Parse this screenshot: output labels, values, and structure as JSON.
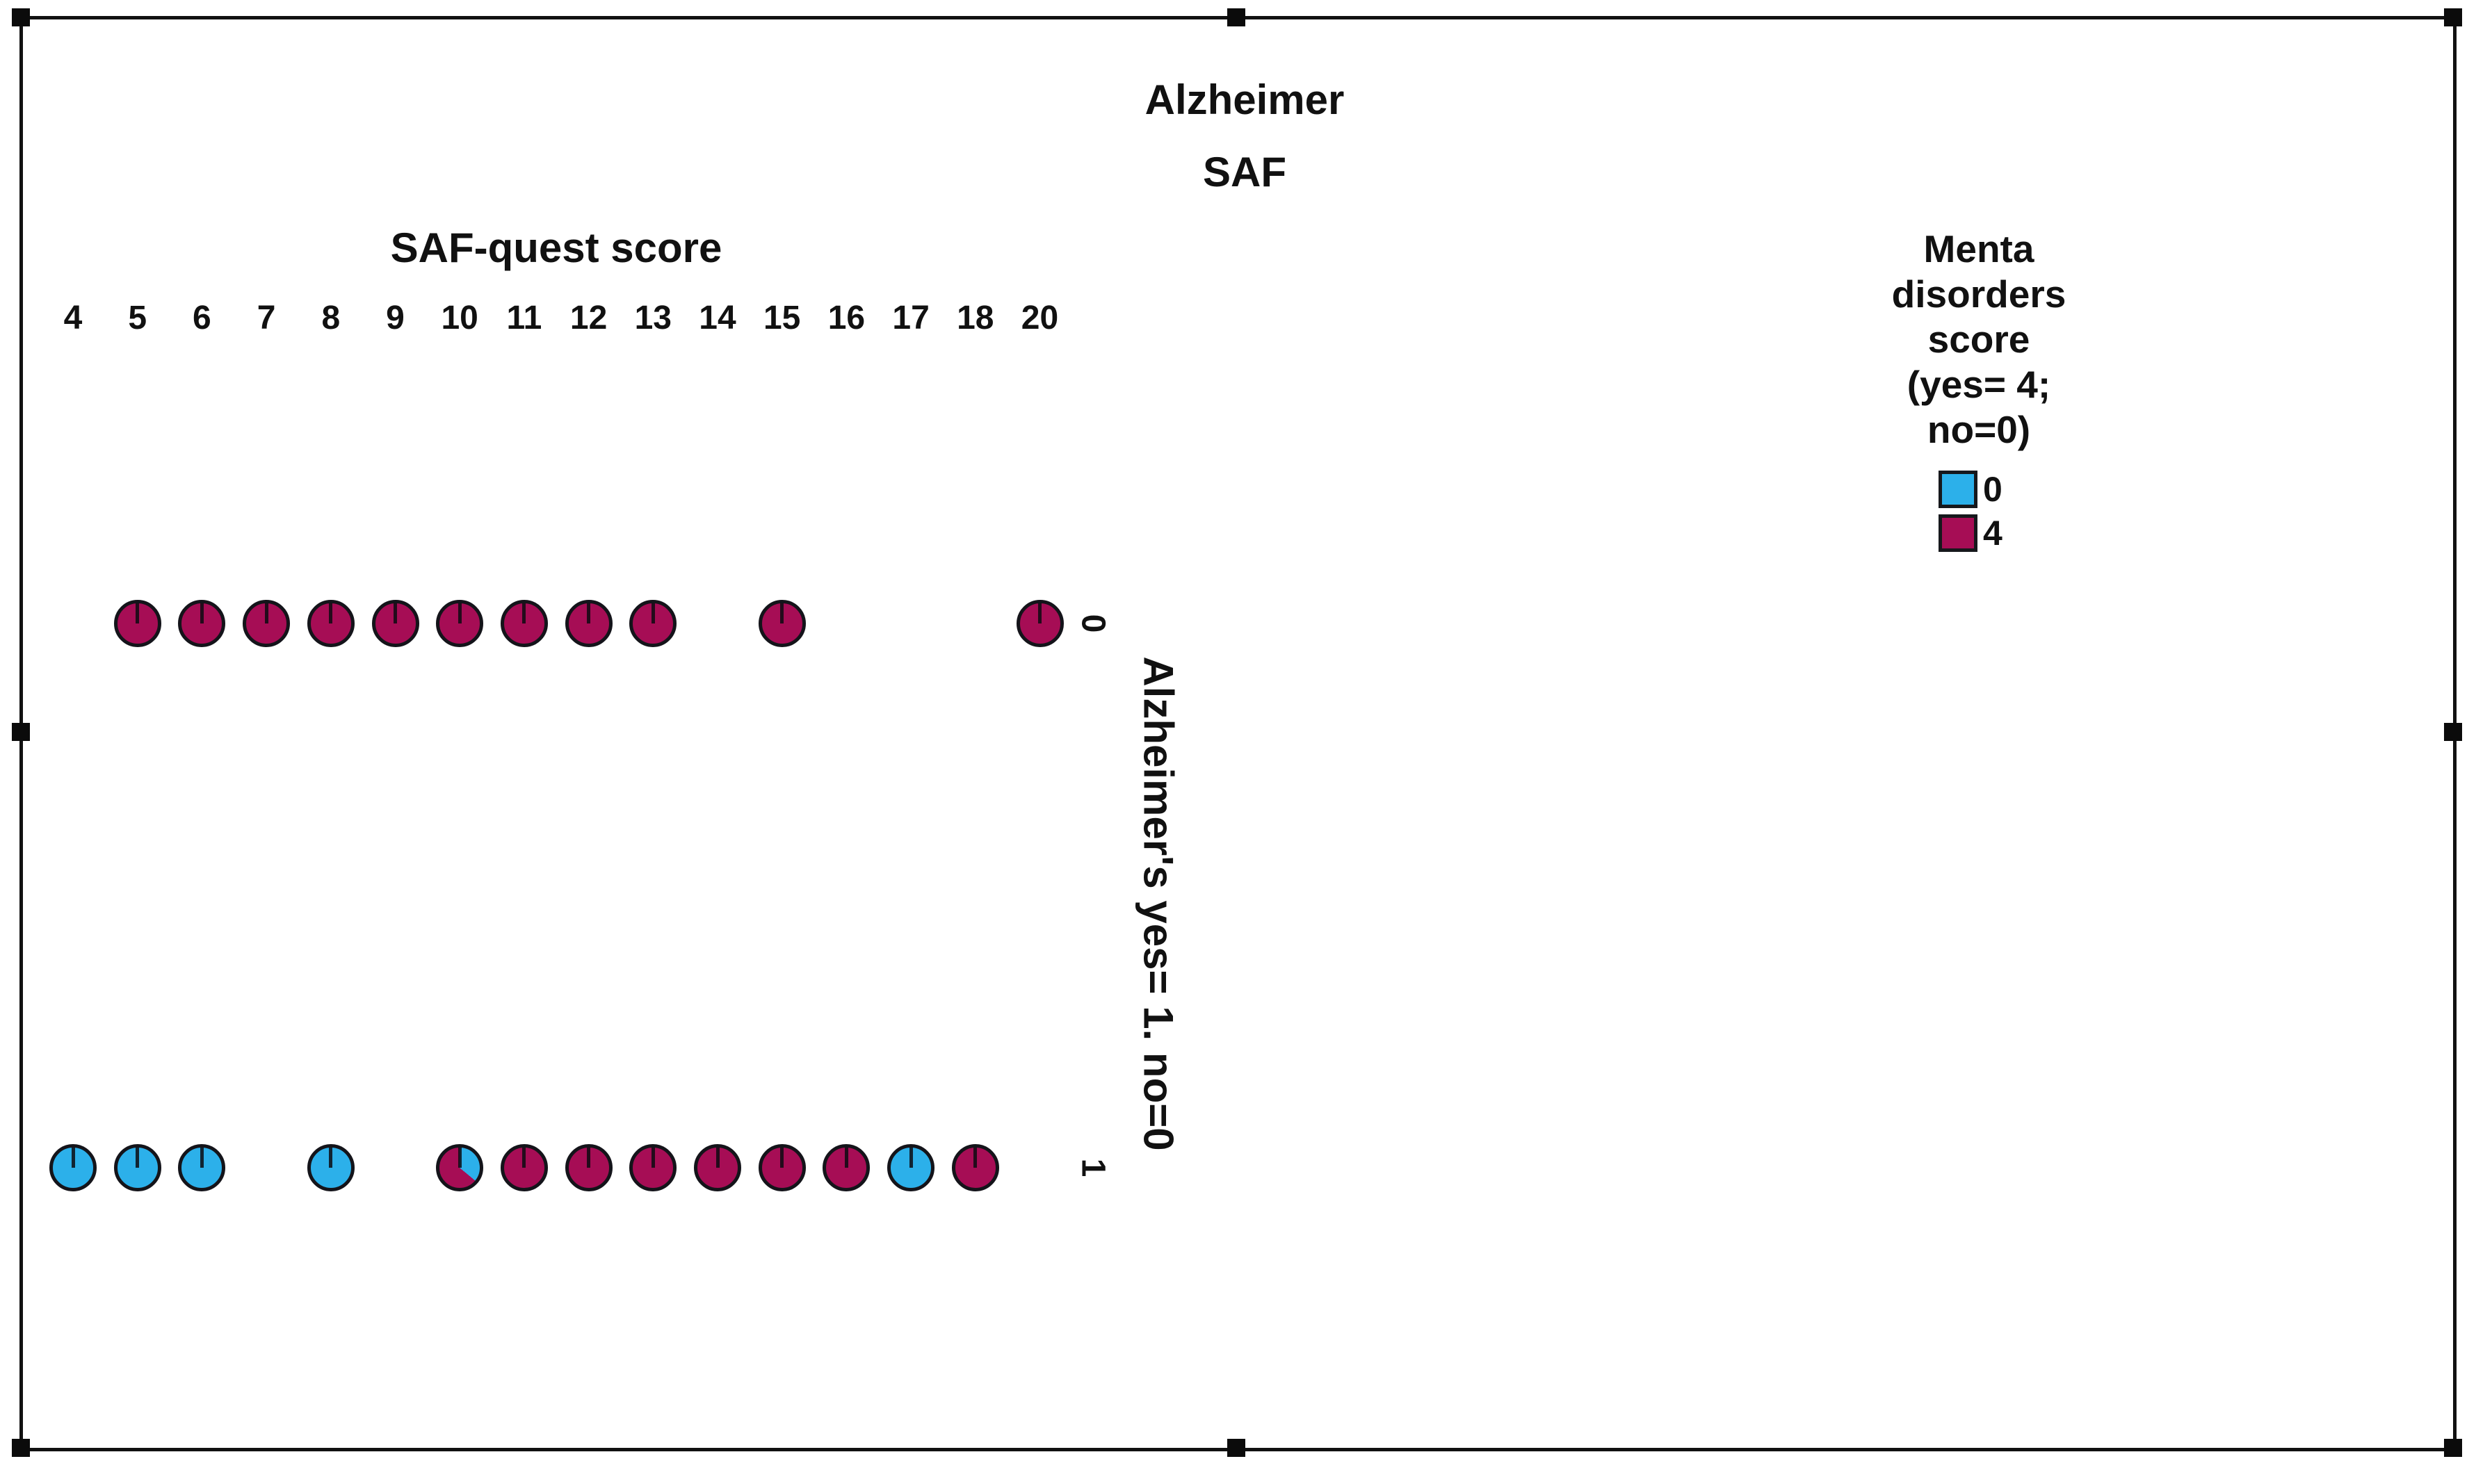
{
  "titles": {
    "line1": "Alzheimer",
    "line2": "SAF"
  },
  "x_axis": {
    "title": "SAF-quest score",
    "ticks": [
      "4",
      "5",
      "6",
      "7",
      "8",
      "9",
      "10",
      "11",
      "12",
      "13",
      "14",
      "15",
      "16",
      "17",
      "18",
      "20"
    ]
  },
  "y_axis": {
    "title": "Alzheimer's yes= 1. no=0",
    "ticks": [
      "0",
      "1"
    ]
  },
  "legend": {
    "title_lines": [
      "Menta",
      "disorders",
      "score",
      "(yes= 4;",
      "no=0)"
    ],
    "entries": [
      {
        "label": "0",
        "color": "#2CB0EA"
      },
      {
        "label": "4",
        "color": "#A60D55"
      }
    ]
  },
  "colors": {
    "blue": "#2CB0EA",
    "maroon": "#A60D55",
    "text": "#111111"
  },
  "chart_data": {
    "type": "scatter",
    "marker_style": "pie",
    "title": "Alzheimer SAF",
    "xlabel": "SAF-quest score",
    "ylabel": "Alzheimer's yes= 1. no=0",
    "x_categories": [
      4,
      5,
      6,
      7,
      8,
      9,
      10,
      11,
      12,
      13,
      14,
      15,
      16,
      17,
      18,
      20
    ],
    "y_categories": [
      "0",
      "1"
    ],
    "series_colors": {
      "0": "#2CB0EA",
      "4": "#A60D55"
    },
    "legend_position": "right",
    "grid": false,
    "points": [
      {
        "x": 5,
        "y": "0",
        "composition": {
          "4": 1
        }
      },
      {
        "x": 6,
        "y": "0",
        "composition": {
          "4": 1
        }
      },
      {
        "x": 7,
        "y": "0",
        "composition": {
          "4": 1
        }
      },
      {
        "x": 8,
        "y": "0",
        "composition": {
          "4": 1
        }
      },
      {
        "x": 9,
        "y": "0",
        "composition": {
          "4": 1
        }
      },
      {
        "x": 10,
        "y": "0",
        "composition": {
          "4": 1
        }
      },
      {
        "x": 11,
        "y": "0",
        "composition": {
          "4": 1
        }
      },
      {
        "x": 12,
        "y": "0",
        "composition": {
          "4": 1
        }
      },
      {
        "x": 13,
        "y": "0",
        "composition": {
          "4": 1
        }
      },
      {
        "x": 15,
        "y": "0",
        "composition": {
          "4": 1
        }
      },
      {
        "x": 20,
        "y": "0",
        "composition": {
          "4": 1
        }
      },
      {
        "x": 4,
        "y": "1",
        "composition": {
          "0": 1
        }
      },
      {
        "x": 5,
        "y": "1",
        "composition": {
          "0": 1
        }
      },
      {
        "x": 6,
        "y": "1",
        "composition": {
          "0": 1
        }
      },
      {
        "x": 8,
        "y": "1",
        "composition": {
          "0": 1
        }
      },
      {
        "x": 10,
        "y": "1",
        "composition": {
          "0": 0.36,
          "4": 0.64
        }
      },
      {
        "x": 11,
        "y": "1",
        "composition": {
          "4": 1
        }
      },
      {
        "x": 12,
        "y": "1",
        "composition": {
          "4": 1
        }
      },
      {
        "x": 13,
        "y": "1",
        "composition": {
          "4": 1
        }
      },
      {
        "x": 14,
        "y": "1",
        "composition": {
          "4": 1
        }
      },
      {
        "x": 15,
        "y": "1",
        "composition": {
          "4": 1
        }
      },
      {
        "x": 16,
        "y": "1",
        "composition": {
          "4": 1
        }
      },
      {
        "x": 17,
        "y": "1",
        "composition": {
          "0": 1
        }
      },
      {
        "x": 18,
        "y": "1",
        "composition": {
          "4": 1
        }
      }
    ]
  }
}
